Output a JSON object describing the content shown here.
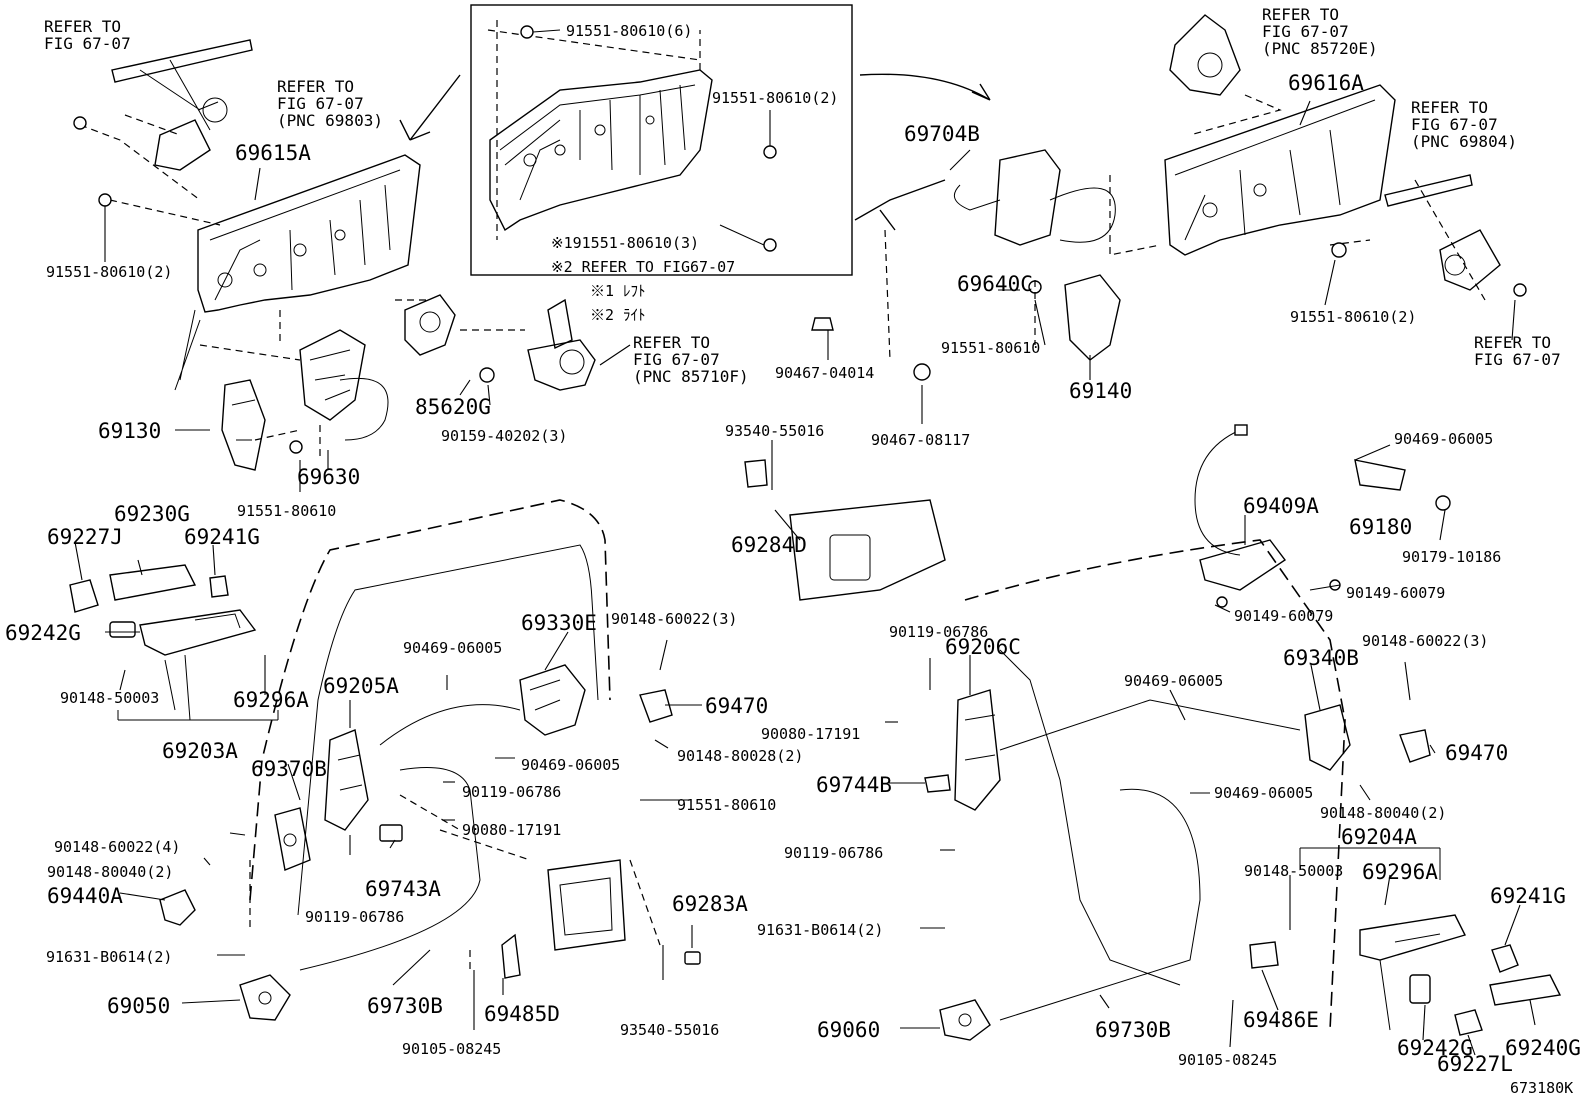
{
  "figure_code": "673180K",
  "inset_notes": {
    "note1": "※191551-80610(3)",
    "note2": "※2 REFER TO FIG67-07",
    "legend1": "※1 ﾚﾌﾄ",
    "legend2": "※2 ﾗｲﾄ"
  },
  "refer_blocks": {
    "rt_top_left": [
      "REFER TO",
      "FIG 67-07"
    ],
    "rt_left_regulator": [
      "REFER TO",
      "FIG 67-07",
      "(PNC 69803)"
    ],
    "rt_motor_center": [
      "REFER TO",
      "FIG 67-07",
      "(PNC 85710F)"
    ],
    "rt_motor_top_right": [
      "REFER TO",
      "FIG 67-07",
      "(PNC 85720E)"
    ],
    "rt_right_regulator": [
      "REFER TO",
      "FIG 67-07",
      "(PNC 69804)"
    ],
    "rt_bottom_right": [
      "REFER TO",
      "FIG 67-07"
    ]
  },
  "parts": {
    "p91551_80610_6": "91551-80610(6)",
    "p91551_80610_2a": "91551-80610(2)",
    "p69615A": "69615A",
    "p91551_80610_2b": "91551-80610(2)",
    "p69130": "69130",
    "p69630": "69630",
    "p85620G": "85620G",
    "p90159_40202_3": "90159-40202(3)",
    "p91551_80610_a": "91551-80610",
    "p69704B": "69704B",
    "p69640C": "69640C",
    "p91551_80610_b": "91551-80610",
    "p69140": "69140",
    "p90467_04014": "90467-04014",
    "p90467_08117": "90467-08117",
    "p69616A": "69616A",
    "p91551_80610_2c": "91551-80610(2)",
    "p93540_55016_a": "93540-55016",
    "p69284D": "69284D",
    "p90469_06005_a": "90469-06005",
    "p69180": "69180",
    "p90179_10186": "90179-10186",
    "p69409A": "69409A",
    "p90149_60079_a": "90149-60079",
    "p90149_60079_b": "90149-60079",
    "p69230G": "69230G",
    "p69227J": "69227J",
    "p69241G_a": "69241G",
    "p69242G_a": "69242G",
    "p90148_50003_a": "90148-50003",
    "p69296A_a": "69296A",
    "p69203A": "69203A",
    "p69205A": "69205A",
    "p69370B": "69370B",
    "p90148_60022_4": "90148-60022(4)",
    "p90148_80040_2a": "90148-80040(2)",
    "p69440A": "69440A",
    "p91631_B0614_2a": "91631-B0614(2)",
    "p69050": "69050",
    "p69730B_a": "69730B",
    "p90469_06005_b": "90469-06005",
    "p69330E": "69330E",
    "p90148_60022_3a": "90148-60022(3)",
    "p69470_a": "69470",
    "p90148_80028_2": "90148-80028(2)",
    "p90469_06005_c": "90469-06005",
    "p90119_06786_a": "90119-06786",
    "p91551_80610_c": "91551-80610",
    "p90080_17191_a": "90080-17191",
    "p69743A": "69743A",
    "p90119_06786_b": "90119-06786",
    "p69283A": "69283A",
    "p69485D": "69485D",
    "p90105_08245_a": "90105-08245",
    "p93540_55016_b": "93540-55016",
    "p90119_06786_c": "90119-06786",
    "p69206C": "69206C",
    "p90080_17191_b": "90080-17191",
    "p69744B": "69744B",
    "p90119_06786_d": "90119-06786",
    "p91631_B0614_2b": "91631-B0614(2)",
    "p69060": "69060",
    "p69730B_b": "69730B",
    "p90469_06005_d": "90469-06005",
    "p69340B": "69340B",
    "p90148_60022_3b": "90148-60022(3)",
    "p69470_b": "69470",
    "p90469_06005_e": "90469-06005",
    "p90148_80040_2b": "90148-80040(2)",
    "p69204A": "69204A",
    "p90148_50003_b": "90148-50003",
    "p69296A_b": "69296A",
    "p69241G_b": "69241G",
    "p69486E": "69486E",
    "p90105_08245_b": "90105-08245",
    "p69242G_b": "69242G",
    "p69227L": "69227L",
    "p69240G": "69240G"
  }
}
